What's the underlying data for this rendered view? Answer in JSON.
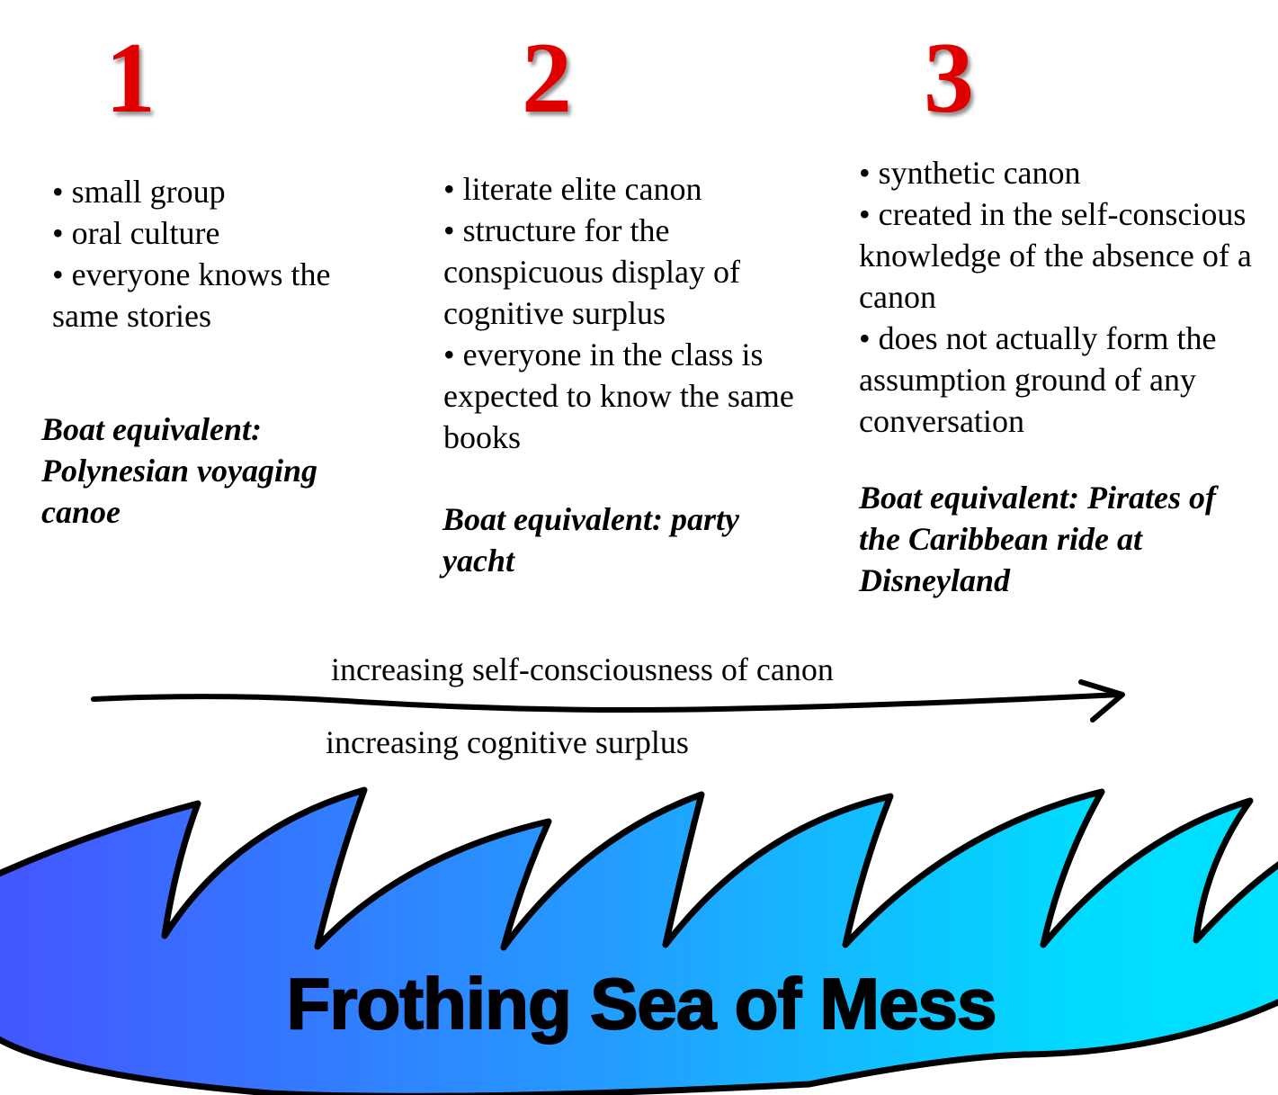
{
  "columns": [
    {
      "number": "1",
      "bullets": [
        "• small group",
        "• oral culture",
        "• everyone knows the same stories"
      ],
      "boat": "Boat equivalent: Polynesian voyaging canoe"
    },
    {
      "number": "2",
      "bullets": [
        "• literate elite canon",
        "• structure for the conspicuous display of cognitive surplus",
        "• everyone in the class is expected to know the same books"
      ],
      "boat": "Boat equivalent: party yacht"
    },
    {
      "number": "3",
      "bullets": [
        "• synthetic canon",
        "• created in the self-conscious knowledge of the absence of a canon",
        "• does not actually form the assumption ground of any conversation"
      ],
      "boat": "Boat equivalent: Pirates of the Caribbean ride at Disneyland"
    }
  ],
  "arrow": {
    "label_top": "increasing self-consciousness of canon",
    "label_bottom": "increasing cognitive surplus"
  },
  "sea": {
    "title": "Frothing Sea of Mess",
    "gradient_start": "#4455ff",
    "gradient_end": "#00e0ff"
  },
  "number_color": "#e00000"
}
